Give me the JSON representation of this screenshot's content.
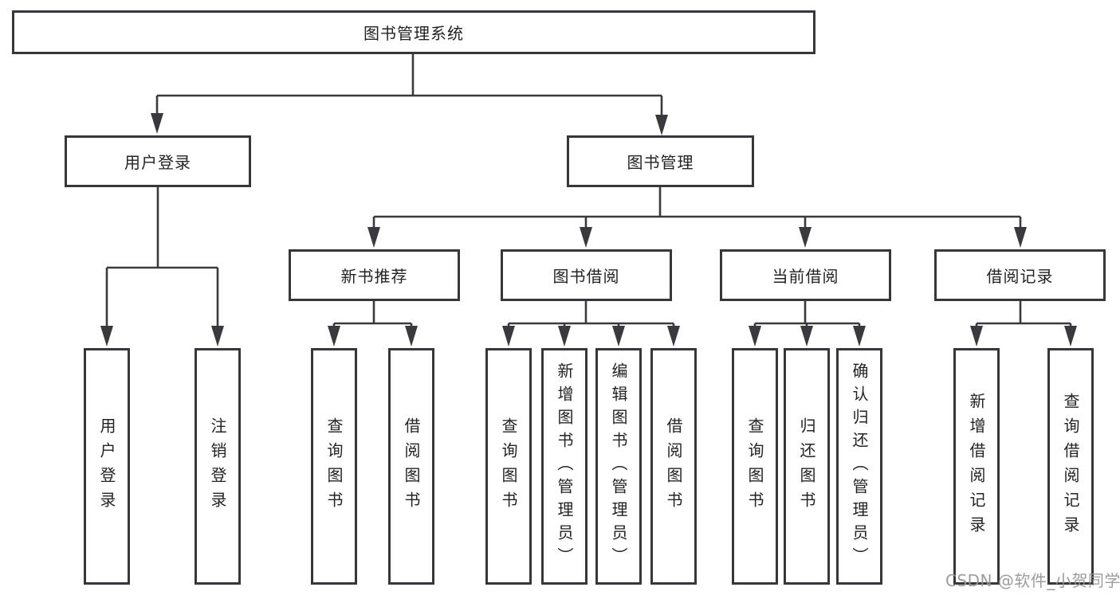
{
  "diagram": {
    "title": "图书管理系统",
    "nodes": {
      "root": "图书管理系统",
      "user_login": "用户登录",
      "book_mgmt": "图书管理",
      "l3": [
        "新书推荐",
        "图书借阅",
        "当前借阅",
        "借阅记录"
      ],
      "leaves": [
        "用户登录",
        "注销登录",
        "查询图书",
        "借阅图书",
        "查询图书",
        "新增图书（管理员）",
        "编辑图书（管理员）",
        "借阅图书",
        "查询图书",
        "归还图书",
        "确认归还（管理员）",
        "新增借阅记录",
        "查询借阅记录"
      ]
    },
    "colors": {
      "line": "#3a3a3e",
      "box_border": "#37373b",
      "text": "#232326",
      "watermark": "#949496",
      "background": "#ffffff"
    }
  },
  "watermark": "CSDN @软件_小贺同学"
}
